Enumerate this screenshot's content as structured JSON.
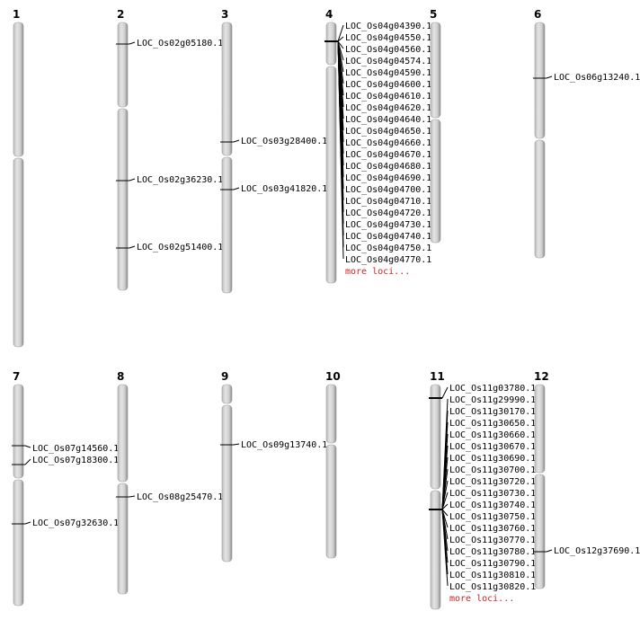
{
  "more_label": "more loci...",
  "chromosomes": [
    {
      "number": "1",
      "loci": []
    },
    {
      "number": "2",
      "loci": [
        "LOC_Os02g05180.1",
        "LOC_Os02g36230.1",
        "LOC_Os02g51400.1"
      ]
    },
    {
      "number": "3",
      "loci": [
        "LOC_Os03g28400.1",
        "LOC_Os03g41820.1"
      ]
    },
    {
      "number": "4",
      "more": true,
      "loci": [
        "LOC_Os04g04390.1",
        "LOC_Os04g04550.1",
        "LOC_Os04g04560.1",
        "LOC_Os04g04574.1",
        "LOC_Os04g04590.1",
        "LOC_Os04g04600.1",
        "LOC_Os04g04610.1",
        "LOC_Os04g04620.1",
        "LOC_Os04g04640.1",
        "LOC_Os04g04650.1",
        "LOC_Os04g04660.1",
        "LOC_Os04g04670.1",
        "LOC_Os04g04680.1",
        "LOC_Os04g04690.1",
        "LOC_Os04g04700.1",
        "LOC_Os04g04710.1",
        "LOC_Os04g04720.1",
        "LOC_Os04g04730.1",
        "LOC_Os04g04740.1",
        "LOC_Os04g04750.1",
        "LOC_Os04g04770.1"
      ]
    },
    {
      "number": "5",
      "loci": []
    },
    {
      "number": "6",
      "loci": [
        "LOC_Os06g13240.1"
      ]
    },
    {
      "number": "7",
      "loci": [
        "LOC_Os07g14560.1",
        "LOC_Os07g18300.1",
        "LOC_Os07g32630.1"
      ]
    },
    {
      "number": "8",
      "loci": [
        "LOC_Os08g25470.1"
      ]
    },
    {
      "number": "9",
      "loci": [
        "LOC_Os09g13740.1"
      ]
    },
    {
      "number": "10",
      "loci": []
    },
    {
      "number": "11",
      "more": true,
      "loci": [
        "LOC_Os11g03780.1",
        "LOC_Os11g29990.1",
        "LOC_Os11g30170.1",
        "LOC_Os11g30650.1",
        "LOC_Os11g30660.1",
        "LOC_Os11g30670.1",
        "LOC_Os11g30690.1",
        "LOC_Os11g30700.1",
        "LOC_Os11g30720.1",
        "LOC_Os11g30730.1",
        "LOC_Os11g30740.1",
        "LOC_Os11g30750.1",
        "LOC_Os11g30760.1",
        "LOC_Os11g30770.1",
        "LOC_Os11g30780.1",
        "LOC_Os11g30790.1",
        "LOC_Os11g30810.1",
        "LOC_Os11g30820.1"
      ]
    },
    {
      "number": "12",
      "loci": [
        "LOC_Os12g37690.1"
      ]
    }
  ]
}
